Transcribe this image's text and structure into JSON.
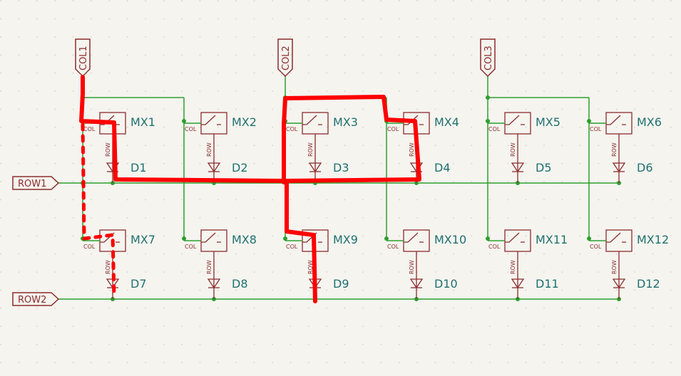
{
  "schematic": {
    "columns": [
      {
        "label": "COL1"
      },
      {
        "label": "COL2"
      },
      {
        "label": "COL3"
      }
    ],
    "rows": [
      {
        "label": "ROW1"
      },
      {
        "label": "ROW2"
      }
    ],
    "switches": [
      "MX1",
      "MX2",
      "MX3",
      "MX4",
      "MX5",
      "MX6",
      "MX7",
      "MX8",
      "MX9",
      "MX10",
      "MX11",
      "MX12"
    ],
    "diodes": [
      "D1",
      "D2",
      "D3",
      "D4",
      "D5",
      "D6",
      "D7",
      "D8",
      "D9",
      "D10",
      "D11",
      "D12"
    ],
    "pin_labels": {
      "col": "COL",
      "row": "ROW"
    },
    "colors": {
      "background": "#f5f4ef",
      "wire": "#2e9e2e",
      "symbol": "#8b2c2c",
      "reference": "#1f7070",
      "annotation": "#ff0000"
    }
  }
}
